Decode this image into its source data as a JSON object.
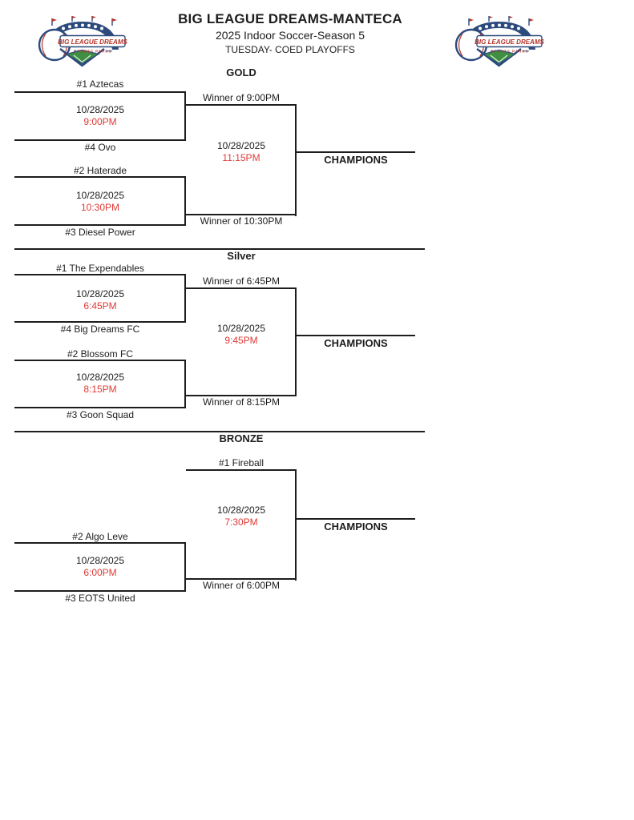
{
  "header": {
    "title": "BIG LEAGUE DREAMS-MANTECA",
    "subtitle": "2025 Indoor Soccer-Season 5",
    "subtitle2": "TUESDAY- COED PLAYOFFS"
  },
  "logo": {
    "line1": "BIG LEAGUE DREAMS",
    "line2": "SPORTS PARKS"
  },
  "colors": {
    "time_red": "#e03a35",
    "line_black": "#1d1d1d",
    "logo_navy": "#2c4a7c",
    "logo_red": "#b5342c",
    "logo_green": "#3f8f43"
  },
  "brackets": [
    {
      "title": "GOLD",
      "matches": [
        {
          "team_top": "#1 Aztecas",
          "team_bottom": "#4 Ovo",
          "date": "10/28/2025",
          "time": "9:00PM",
          "winner_label": "Winner of 9:00PM"
        },
        {
          "team_top": "#2 Haterade",
          "team_bottom": "#3 Diesel Power",
          "date": "10/28/2025",
          "time": "10:30PM",
          "winner_label": "Winner of 10:30PM"
        }
      ],
      "final": {
        "date": "10/28/2025",
        "time": "11:15PM"
      },
      "champions_label": "CHAMPIONS"
    },
    {
      "title": "Silver",
      "matches": [
        {
          "team_top": "#1 The Expendables",
          "team_bottom": "#4 Big Dreams FC",
          "date": "10/28/2025",
          "time": "6:45PM",
          "winner_label": "Winner of 6:45PM"
        },
        {
          "team_top": "#2 Blossom FC",
          "team_bottom": "#3 Goon Squad",
          "date": "10/28/2025",
          "time": "8:15PM",
          "winner_label": "Winner of 8:15PM"
        }
      ],
      "final": {
        "date": "10/28/2025",
        "time": "9:45PM"
      },
      "champions_label": "CHAMPIONS"
    },
    {
      "title": "BRONZE",
      "bye_team": "#1 Fireball",
      "matches": [
        {
          "team_top": "#2 Algo Leve",
          "team_bottom": "#3 EOTS United",
          "date": "10/28/2025",
          "time": "6:00PM",
          "winner_label": "Winner of 6:00PM"
        }
      ],
      "final": {
        "date": "10/28/2025",
        "time": "7:30PM"
      },
      "champions_label": "CHAMPIONS"
    }
  ]
}
